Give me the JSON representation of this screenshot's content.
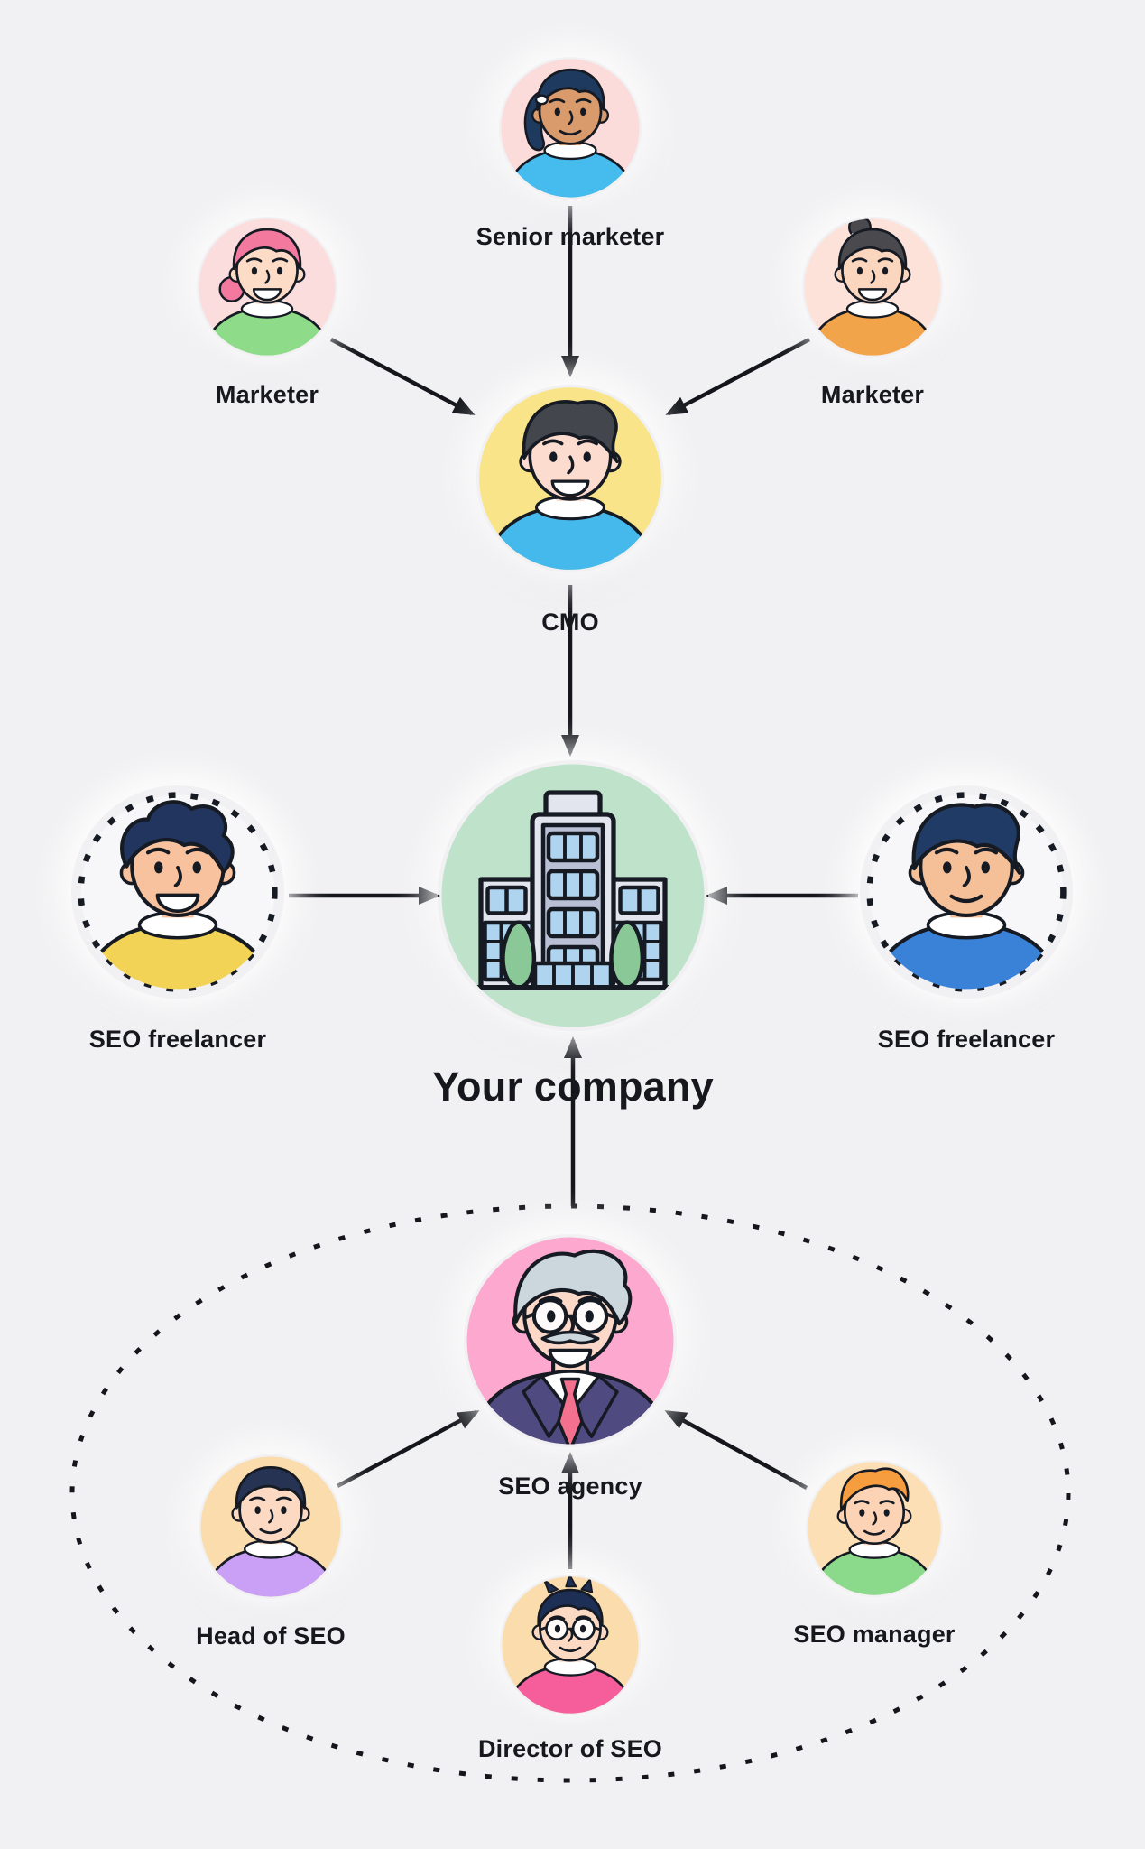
{
  "page": {
    "background_color": "#f1f1f3",
    "arrow_color": "#14161c",
    "text_color": "#17181d"
  },
  "diagram": {
    "nodes": [
      {
        "id": "senior-marketer",
        "label": "Senior marketer",
        "kind": "person",
        "avatar": {
          "type": "person",
          "bg": "#fbdcdb",
          "skin": "#d99a6c",
          "hair_color": "#1e3a5e",
          "style": "ponytail",
          "shirt": "#45bbee",
          "collar": "#ffffff",
          "smile": "soft"
        }
      },
      {
        "id": "marketer-left",
        "label": "Marketer",
        "kind": "person",
        "avatar": {
          "type": "person",
          "bg": "#fbdddd",
          "skin": "#fcdcc6",
          "hair_color": "#f4799f",
          "style": "bunside",
          "shirt": "#8edc8a",
          "collar": "#ffffff",
          "smile": "open"
        }
      },
      {
        "id": "marketer-right",
        "label": "Marketer",
        "kind": "person",
        "avatar": {
          "type": "person",
          "bg": "#fde2da",
          "skin": "#fbd6bf",
          "hair_color": "#4a4a4e",
          "style": "buntop",
          "shirt": "#f2a44a",
          "collar": "#ffffff",
          "smile": "open"
        }
      },
      {
        "id": "cmo",
        "label": "CMO",
        "kind": "person",
        "avatar": {
          "type": "person",
          "bg": "#f9e489",
          "skin": "#fcdccf",
          "hair_color": "#43464c",
          "style": "swept",
          "shirt": "#45b8ec",
          "collar": "#ffffff",
          "smile": "open"
        }
      },
      {
        "id": "your-company",
        "label": "Your company",
        "kind": "company",
        "avatar": {
          "type": "building",
          "bg": "#bfe2ca",
          "body": "#e2e5ed",
          "panel": "#b9bfd4",
          "window": "#aed4f0",
          "tree": "#8bc898"
        }
      },
      {
        "id": "seo-freelancer-left",
        "label": "SEO freelancer",
        "kind": "person",
        "dashed_border": true,
        "avatar": {
          "type": "person",
          "dashed": true,
          "bg": "#f7f7f9",
          "skin": "#f8c29e",
          "hair_color": "#22355f",
          "style": "curly",
          "shirt": "#f2d355",
          "collar": "#ffffff",
          "smile": "open"
        }
      },
      {
        "id": "seo-freelancer-right",
        "label": "SEO freelancer",
        "kind": "person",
        "dashed_border": true,
        "avatar": {
          "type": "person",
          "dashed": true,
          "bg": "#f7f7f9",
          "skin": "#f5bf97",
          "hair_color": "#1f3b66",
          "style": "swept",
          "shirt": "#3a82d8",
          "collar": "#ffffff",
          "smile": "soft"
        }
      },
      {
        "id": "seo-agency",
        "label": "SEO agency",
        "kind": "person",
        "avatar": {
          "type": "person",
          "bg": "#fda9cf",
          "skin": "#fcd8c9",
          "hair_color": "#ccd6dd",
          "style": "silver",
          "suit": "#4f4a80",
          "tie": "#f4708f",
          "shirt": "#ffffff",
          "glasses": true,
          "mustache": "#ccd6dd",
          "smile": "open"
        }
      },
      {
        "id": "head-of-seo",
        "label": "Head of SEO",
        "kind": "person",
        "avatar": {
          "type": "person",
          "bg": "#fbdcad",
          "skin": "#fbd9c3",
          "hair_color": "#273352",
          "style": "short",
          "shirt": "#c9a0f5",
          "collar": "#ffffff",
          "smile": "soft"
        }
      },
      {
        "id": "director-of-seo",
        "label": "Director of SEO",
        "kind": "person",
        "avatar": {
          "type": "person",
          "bg": "#fbdcad",
          "skin": "#fcd9c3",
          "hair_color": "#1d2f55",
          "style": "messy",
          "shirt": "#f55e9a",
          "collar": "#ffffff",
          "glasses": true,
          "smile": "soft"
        }
      },
      {
        "id": "seo-manager",
        "label": "SEO manager",
        "kind": "person",
        "avatar": {
          "type": "person",
          "bg": "#fcdfb4",
          "skin": "#fcd3b5",
          "hair_color": "#f69d3f",
          "style": "quiff",
          "shirt": "#8bd98b",
          "collar": "#ffffff",
          "smile": "soft"
        }
      }
    ],
    "edges": [
      {
        "from": "senior-marketer",
        "to": "cmo"
      },
      {
        "from": "marketer-left",
        "to": "cmo"
      },
      {
        "from": "marketer-right",
        "to": "cmo"
      },
      {
        "from": "cmo",
        "to": "your-company"
      },
      {
        "from": "seo-freelancer-left",
        "to": "your-company"
      },
      {
        "from": "seo-freelancer-right",
        "to": "your-company"
      },
      {
        "from": "seo-agency-group",
        "to": "your-company"
      },
      {
        "from": "head-of-seo",
        "to": "seo-agency"
      },
      {
        "from": "director-of-seo",
        "to": "seo-agency"
      },
      {
        "from": "seo-manager",
        "to": "seo-agency"
      }
    ],
    "groups": [
      {
        "id": "seo-agency-group",
        "style": "dotted-ellipse",
        "members": [
          "seo-agency",
          "head-of-seo",
          "director-of-seo",
          "seo-manager"
        ]
      }
    ]
  }
}
